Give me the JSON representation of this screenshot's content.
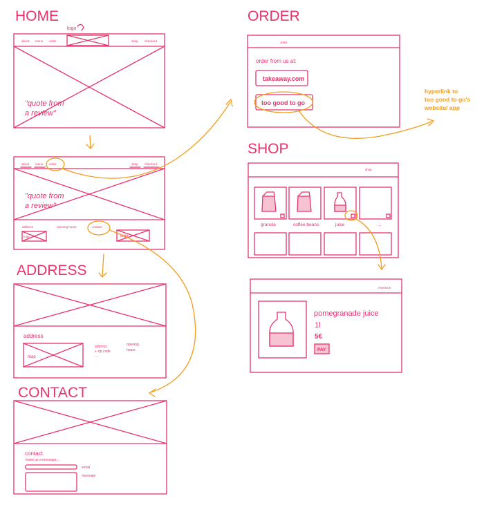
{
  "sections": {
    "home": "HOME",
    "order": "ORDER",
    "shop": "SHOP",
    "address": "ADDRESS",
    "contact": "CONTACT"
  },
  "home": {
    "logo_annotation": "logo",
    "nav": [
      "about",
      "menu",
      "order"
    ],
    "nav_right": [
      "shop",
      "checkout"
    ],
    "quote_line1": "\"quote from",
    "quote_line2": "a review\""
  },
  "home2": {
    "nav": [
      "about",
      "menu",
      "order"
    ],
    "nav_right": [
      "shop",
      "checkout"
    ],
    "quote_line1": "\"quote from",
    "quote_line2": "a review\"",
    "footer": [
      "address",
      "opening hours",
      "contact"
    ],
    "map_label": "map",
    "logo_label": "logo"
  },
  "order": {
    "nav_item": "order",
    "prompt": "order from us at:",
    "option1": "takeaway.com",
    "option2": "too good to go",
    "note_line1": "hyperlink to",
    "note_line2": "too good to go's",
    "note_line3": "website/ app"
  },
  "shop": {
    "nav_item": "shop",
    "products": [
      "granola",
      "coffee beans",
      "juice",
      "..."
    ]
  },
  "checkout": {
    "nav_item": "checkout",
    "product_name": "pomegranade juice",
    "volume": "1l",
    "price": "5€",
    "pay_button": "PAY"
  },
  "address": {
    "label": "address",
    "map_label": "map",
    "details_line1": "address",
    "details_line2": "+ zip code",
    "details_line3": "...",
    "hours_line1": "opening",
    "hours_line2": "hours"
  },
  "contact": {
    "label": "contact",
    "prompt": "leave us a message...",
    "email_label": "email",
    "message_label": "message"
  },
  "colors": {
    "sketch": "#e8336b",
    "annotation": "#f29d1e",
    "fill": "#f7c3d2"
  }
}
